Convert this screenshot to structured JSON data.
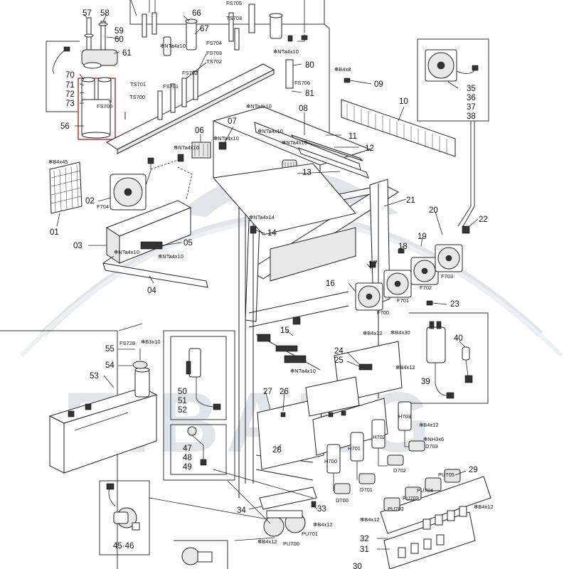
{
  "watermark": {
    "text": "E.BANG",
    "color": "#c9cfd6"
  },
  "highlight_color": "#c0262b",
  "callouts": {
    "c57": "57",
    "c58": "58",
    "c59": "59",
    "c60": "60",
    "c61": "61",
    "c66": "66",
    "c67": "67",
    "c80": "80",
    "c81": "81",
    "c70": "70",
    "c71": "71",
    "c72": "72",
    "c73": "73",
    "c56": "56",
    "c09": "09",
    "c10": "10",
    "c35": "35",
    "c36": "36",
    "c37": "37",
    "c38": "38",
    "c08": "08",
    "c11": "11",
    "c12": "12",
    "c13": "13",
    "c06": "06",
    "c07": "07",
    "c01": "01",
    "c02": "02",
    "c03": "03",
    "c04": "04",
    "c05": "05",
    "c14": "14",
    "c21": "21",
    "c20": "20",
    "c19": "19",
    "c18": "18",
    "c17": "17",
    "c16": "16",
    "c22": "22",
    "c23": "23",
    "c15": "15",
    "c24": "24",
    "c25": "25",
    "c27": "27",
    "c26": "26",
    "c28": "28",
    "c40": "40",
    "c39": "39",
    "c55": "55",
    "c54": "54",
    "c53": "53",
    "c50": "50",
    "c51": "51",
    "c52": "52",
    "c47": "47",
    "c48": "48",
    "c49": "49",
    "c29": "29",
    "c34": "34",
    "c33": "33",
    "c32": "32",
    "c31": "31",
    "c30": "30",
    "c4546": "45·46"
  },
  "sensor_labels": {
    "FS705": "FS705",
    "TS703": "TS703",
    "FS704": "FS704",
    "FS703": "FS703",
    "TS702": "TS702",
    "FS702": "FS702",
    "TS701": "TS701",
    "FS701": "FS701",
    "TS700": "TS700",
    "FS700": "FS700",
    "FS706": "FS706",
    "FS728": "FS728"
  },
  "motor_labels": {
    "F704": "F704",
    "F703": "F703",
    "F702": "F702",
    "F701": "F701",
    "F700": "F700"
  },
  "heater_labels": {
    "H700": "H700",
    "H701": "H701",
    "H702": "H702",
    "H703": "H703"
  },
  "valve_labels": {
    "D700": "D700",
    "D701": "D701",
    "D702": "D702",
    "D703": "D703"
  },
  "pump_labels": {
    "PU700": "PU700",
    "PU701": "PU701",
    "PU702": "PU702",
    "PU703": "PU703",
    "PU704": "PU704",
    "PU705": "PU705"
  },
  "screw_notes": {
    "nta4x10": "✻NTa4x10",
    "nta4x14": "✻NTa4x14",
    "b4x45": "✻B4x45",
    "b4x8": "✻B4x8",
    "b4x12": "✻B4x12",
    "b4x30": "✻B4x30",
    "b3x10": "✻B3x10",
    "nh3x6": "✻NH3x6"
  }
}
